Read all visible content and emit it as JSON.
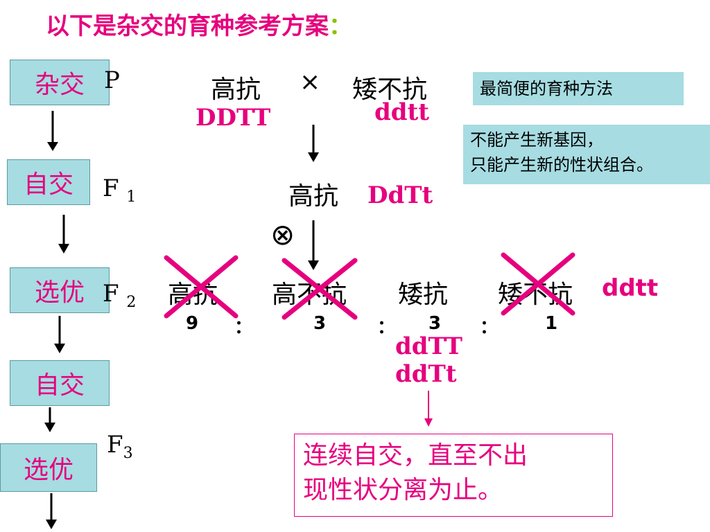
{
  "title": {
    "text": "以下是杂交的育种参考方案",
    "colon": "："
  },
  "steps": [
    "杂交",
    "自交",
    "选优",
    "自交",
    "选优"
  ],
  "generations": {
    "p": "P",
    "f1": {
      "base": "F",
      "sub": "1"
    },
    "f2": {
      "base": "F",
      "sub": "2"
    },
    "f3": {
      "base": "F",
      "sub": "3"
    }
  },
  "p_row": {
    "parent1": "高抗",
    "cross": "×",
    "parent2": "矮不抗",
    "genotype1": "DDTT",
    "genotype2": "ddtt"
  },
  "f1_row": {
    "phenotype": "高抗",
    "genotype": "DdTt",
    "self_symbol": "⊗"
  },
  "f2_row": {
    "phenotypes": [
      "高抗",
      "高不抗",
      "矮抗",
      "矮不抗"
    ],
    "last_genotype": "ddtt",
    "ratios": [
      "9",
      "3",
      "3",
      "1"
    ],
    "separator": "："
  },
  "selected_genotypes": [
    "ddTT",
    "ddTt"
  ],
  "notes": {
    "simplest": "最简便的育种方法",
    "no_new_gene": [
      "不能产生新基因，",
      "只能产生新的性状组合。"
    ]
  },
  "conclusion": [
    "连续自交，直至不出",
    "现性状分离为止。"
  ],
  "colors": {
    "accent": "#e6007e",
    "box_fill": "#a6dce2",
    "cross_mark": "#e6007e"
  }
}
